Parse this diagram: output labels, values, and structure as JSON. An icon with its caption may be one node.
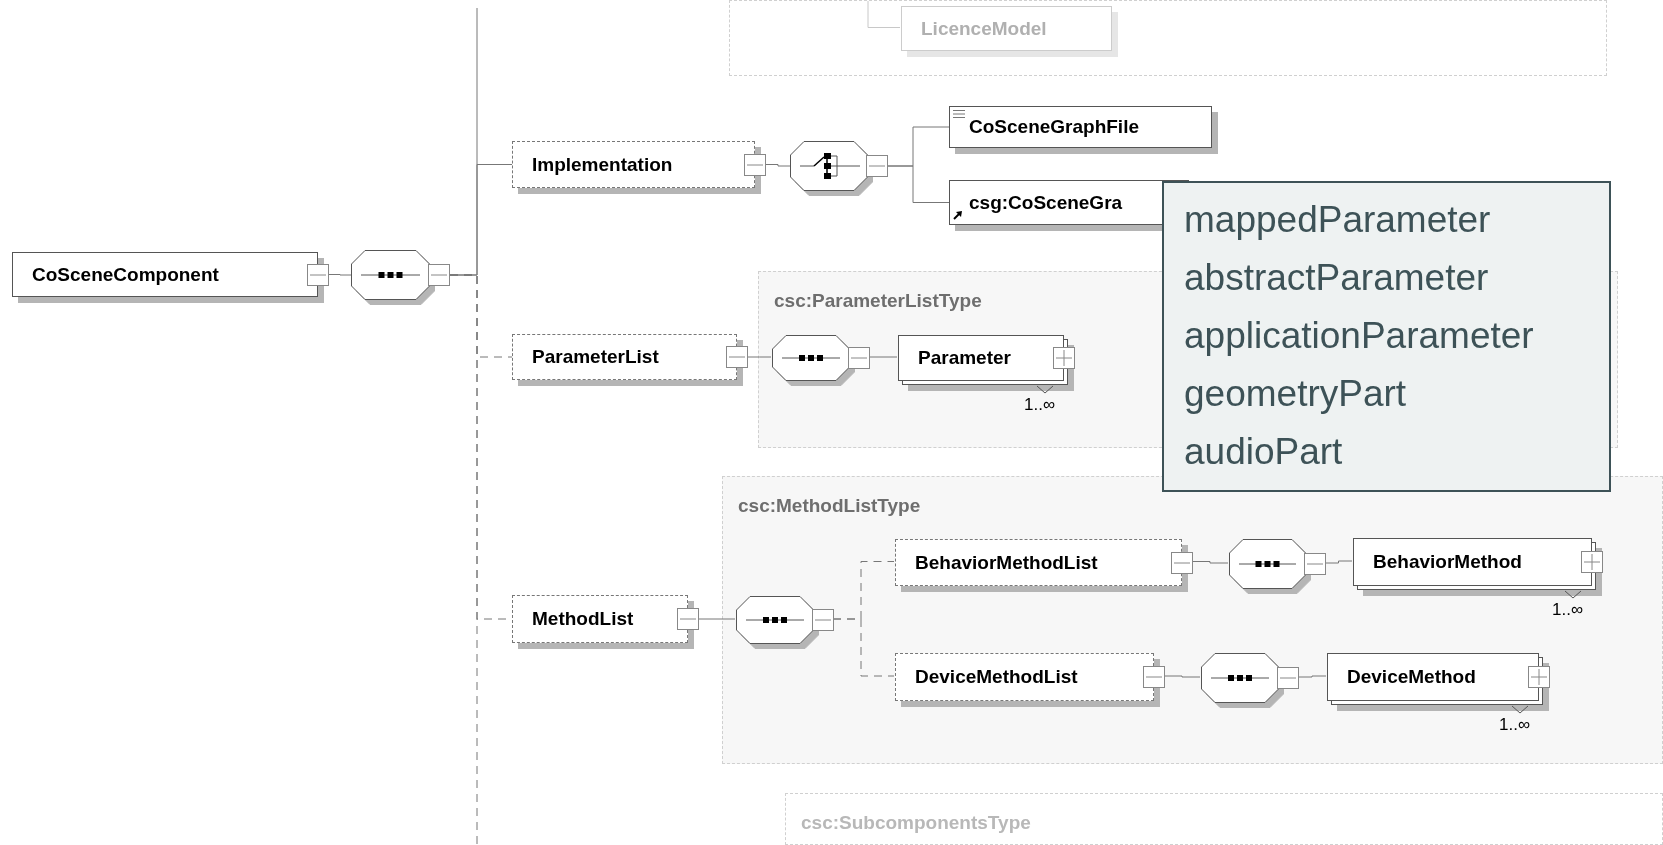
{
  "diagram": {
    "nodes": [
      {
        "text": [],
        "shape": "box"
      },
      {
        "text": [
          "LicenceModel"
        ],
        "in": 0
      },
      {
        "text": [
          "CoSceneComponent"
        ]
      },
      {
        "text": [],
        "shape": "octagon"
      },
      {
        "text": [
          "Implementation"
        ]
      },
      {
        "text": [],
        "shape": "octagon"
      },
      {
        "text": [
          "CoSceneGraphFile"
        ]
      },
      {
        "text": [
          "csg:CoSceneGra"
        ]
      },
      {
        "text": [
          "csc:ParameterListType"
        ]
      },
      {
        "text": [
          "ParameterList"
        ]
      },
      {
        "text": [],
        "shape": "octagon",
        "in": 8
      },
      {
        "text": [
          "Parameter"
        ],
        "in": 8,
        "beside": [
          "1..∞"
        ]
      },
      {
        "text": [
          "csc:MethodListType"
        ]
      },
      {
        "text": [
          "MethodList"
        ]
      },
      {
        "text": [],
        "shape": "octagon",
        "in": 12
      },
      {
        "text": [
          "BehaviorMethodList"
        ],
        "in": 12
      },
      {
        "text": [],
        "shape": "octagon",
        "in": 12
      },
      {
        "text": [
          "BehaviorMethod"
        ],
        "in": 12,
        "beside": [
          "1..∞"
        ]
      },
      {
        "text": [
          "DeviceMethodList"
        ],
        "in": 12
      },
      {
        "text": [],
        "shape": "octagon",
        "in": 12
      },
      {
        "text": [
          "DeviceMethod"
        ],
        "in": 12,
        "beside": [
          "1..∞"
        ]
      },
      {
        "text": [
          "csc:SubcomponentsType"
        ]
      },
      {
        "text": [
          "mappedParameter",
          "abstractParameter",
          "applicationParameter",
          "geometryPart",
          "audioPart"
        ]
      }
    ],
    "edges": [
      {
        "from": 2,
        "to": 3,
        "arrow": "none"
      },
      {
        "from": 3,
        "to": 4,
        "arrow": "none"
      },
      {
        "from": 3,
        "to": 9,
        "arrow": "none",
        "style": "dashed"
      },
      {
        "from": 3,
        "to": 13,
        "arrow": "none",
        "style": "dashed"
      },
      {
        "from": 3,
        "to": null,
        "arrow": "none"
      },
      {
        "from": 3,
        "to": null,
        "arrow": "none",
        "style": "dashed"
      },
      {
        "from": null,
        "to": 1,
        "arrow": "none",
        "color": "#c8c8c8"
      },
      {
        "from": 4,
        "to": 5,
        "arrow": "none"
      },
      {
        "from": 5,
        "to": 6,
        "arrow": "none"
      },
      {
        "from": 5,
        "to": 7,
        "arrow": "none"
      },
      {
        "from": 9,
        "to": 10,
        "arrow": "none"
      },
      {
        "from": 10,
        "to": 11,
        "arrow": "none"
      },
      {
        "from": 13,
        "to": 14,
        "arrow": "none"
      },
      {
        "from": 14,
        "to": 15,
        "arrow": "none",
        "style": "dashed"
      },
      {
        "from": 14,
        "to": 18,
        "arrow": "none",
        "style": "dashed"
      },
      {
        "from": 15,
        "to": 16,
        "arrow": "none"
      },
      {
        "from": 16,
        "to": 17,
        "arrow": "none"
      },
      {
        "from": 18,
        "to": 19,
        "arrow": "none"
      },
      {
        "from": 19,
        "to": 20,
        "arrow": "none"
      }
    ]
  }
}
